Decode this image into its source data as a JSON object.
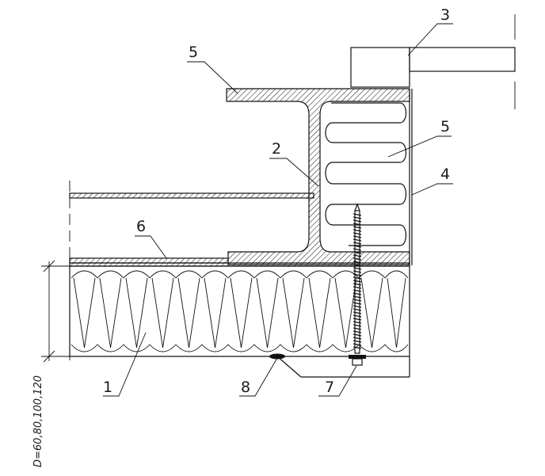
{
  "callouts": {
    "c1": "1",
    "c2": "2",
    "c3": "3",
    "c4": "4",
    "c5_top": "5",
    "c5_right": "5",
    "c6": "6",
    "c7": "7",
    "c8": "8"
  },
  "dimension": {
    "label": "D=60,80,100,120"
  },
  "colors": {
    "line": "#111111",
    "background": "#ffffff"
  }
}
